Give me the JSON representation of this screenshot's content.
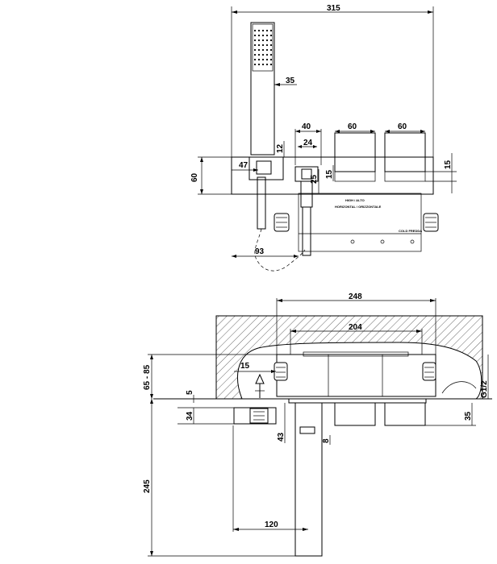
{
  "top_view": {
    "dims": {
      "d315": "315",
      "d35": "35",
      "d40": "40",
      "d60a": "60",
      "d60b": "60",
      "d12": "12",
      "d24": "24",
      "d60v": "60",
      "d47": "47",
      "d15a": "15",
      "d25": "25",
      "d15b": "15",
      "d93": "93"
    },
    "labels": {
      "hot1": "HIGH / ALTO",
      "hot2": "HORIZONTAL / ORIZZONTALE",
      "cold": "COLD FREDDA"
    }
  },
  "side_view": {
    "dims": {
      "d248": "248",
      "d204": "204",
      "d65_85": "65 - 85",
      "d15": "15",
      "d5": "5",
      "d34": "34",
      "d43": "43",
      "d8": "8",
      "d245": "245",
      "d120": "120",
      "dG12": "G1/2",
      "d35": "35"
    }
  }
}
